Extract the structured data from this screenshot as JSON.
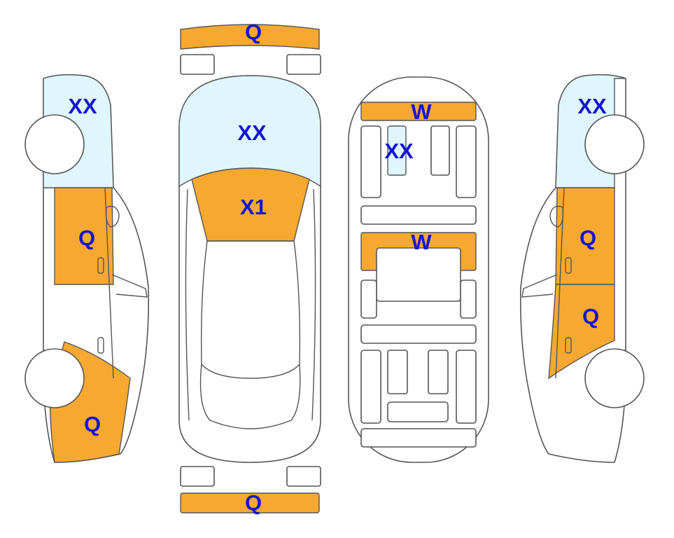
{
  "colors": {
    "damage_orange": "#F7A830",
    "glass_blue": "#DFF6FC",
    "label_blue": "#1515D2",
    "outline_gray": "#555555"
  },
  "labels": {
    "left_glass": "XX",
    "left_front_door": "Q",
    "left_rear_fender": "Q",
    "front_bumper": "Q",
    "windshield": "XX",
    "hood": "X1",
    "rear_bumper": "Q",
    "interior_front_row": "W",
    "interior_seat_glass": "XX",
    "interior_middle_row": "W",
    "right_glass": "XX",
    "right_front_door": "Q",
    "right_rear_door": "Q"
  }
}
